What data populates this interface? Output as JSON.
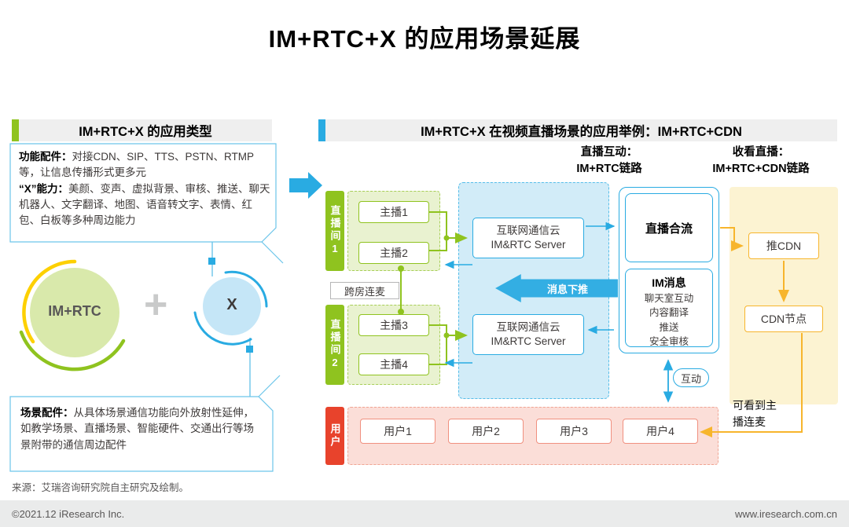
{
  "title": "IM+RTC+X 的应用场景延展",
  "left_panel": {
    "header": "IM+RTC+X 的应用类型",
    "feature_label": "功能配件：",
    "feature_text": "对接CDN、SIP、TTS、PSTN、RTMP等，让信息传播形式更多元",
    "x_label": "“X”能力：",
    "x_text": "美颜、变声、虚拟背景、审核、推送、聊天机器人、文字翻译、地图、语音转文字、表情、红包、白板等多种周边能力",
    "circle_main": "IM+RTC",
    "plus_sign": "+",
    "circle_x": "X",
    "scene_label": "场景配件：",
    "scene_text": "从具体场景通信功能向外放射性延伸，如教学场景、直播场景、智能硬件、交通出行等场景附带的通信周边配件"
  },
  "right_panel": {
    "header": "IM+RTC+X 在视频直播场景的应用举例：IM+RTC+CDN",
    "live_interact_line1": "直播互动：",
    "live_interact_line2": "IM+RTC链路",
    "watch_line1": "收看直播：",
    "watch_line2": "IM+RTC+CDN链路",
    "room1_label": "直播间1",
    "room2_label": "直播间2",
    "anchors": [
      "主播1",
      "主播2",
      "主播3",
      "主播4"
    ],
    "cross_room_label": "跨房连麦",
    "server_line1": "互联网通信云",
    "server_line2": "IM&RTC Server",
    "msg_push_label": "消息下推",
    "merge_label": "直播合流",
    "im_msg_title": "IM消息",
    "im_msg_items": [
      "聊天室互动",
      "内容翻译",
      "推送",
      "安全审核"
    ],
    "push_cdn_label": "推CDN",
    "cdn_node_label": "CDN节点",
    "interact_label": "互动",
    "watch_note": "可看到主播连麦",
    "users_label": "用户",
    "users": [
      "用户1",
      "用户2",
      "用户3",
      "用户4"
    ]
  },
  "source": "来源：艾瑞咨询研究院自主研究及绘制。",
  "footer": {
    "copyright": "©2021.12 iResearch Inc.",
    "website": "www.iresearch.com.cn"
  },
  "colors": {
    "green": "#8fc31f",
    "blue": "#29abe2",
    "yellow": "#f7b52c",
    "red": "#e8432c"
  }
}
